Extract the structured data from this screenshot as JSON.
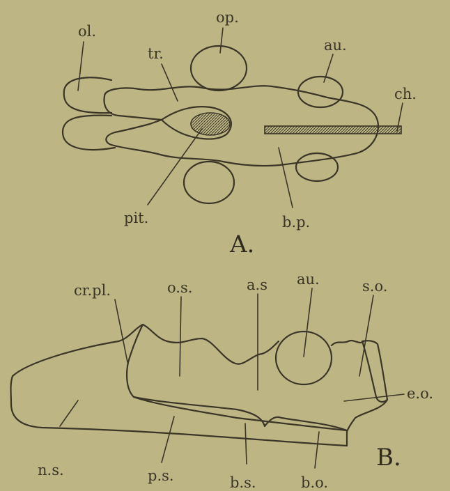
{
  "colors": {
    "paper": "#bdb584",
    "ink": "#3a3526"
  },
  "panel_a": {
    "letter": "A.",
    "labels": {
      "ol": "ol.",
      "op": "op.",
      "tr": "tr.",
      "au": "au.",
      "ch": "ch.",
      "pit": "pit.",
      "bp": "b.p."
    }
  },
  "panel_b": {
    "letter": "B.",
    "labels": {
      "crpl": "cr.pl.",
      "os": "o.s.",
      "as": "a.s",
      "au": "au.",
      "so": "s.o.",
      "eo": "e.o.",
      "ns": "n.s.",
      "ps": "p.s.",
      "bs": "b.s.",
      "bo": "b.o."
    }
  }
}
